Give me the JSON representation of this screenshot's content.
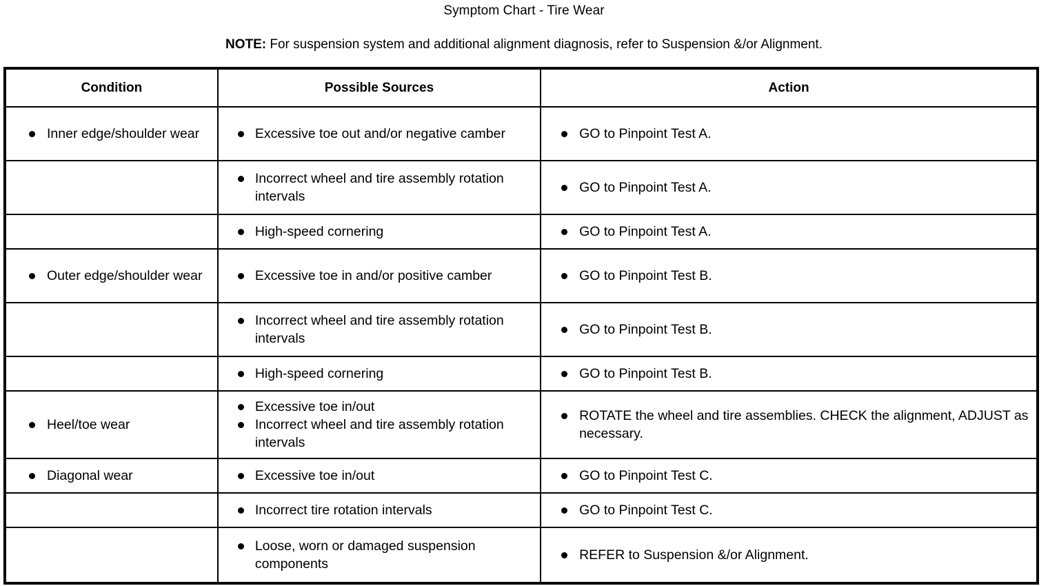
{
  "document": {
    "title": "Symptom Chart - Tire Wear",
    "note_label": "NOTE:",
    "note_text": " For suspension system and additional alignment diagnosis, refer to Suspension &/or Alignment."
  },
  "table": {
    "headers": {
      "condition": "Condition",
      "sources": "Possible Sources",
      "action": "Action"
    },
    "rows": [
      {
        "condition": [
          "Inner edge/shoulder wear"
        ],
        "sources": [
          "Excessive toe out and/or negative camber"
        ],
        "action": [
          "GO to Pinpoint Test A."
        ]
      },
      {
        "condition": [],
        "sources": [
          "Incorrect wheel and tire assembly rotation intervals"
        ],
        "action": [
          "GO to Pinpoint Test A."
        ]
      },
      {
        "condition": [],
        "sources": [
          "High-speed cornering"
        ],
        "action": [
          "GO to Pinpoint Test A."
        ]
      },
      {
        "condition": [
          "Outer edge/shoulder wear"
        ],
        "sources": [
          "Excessive toe in and/or positive camber"
        ],
        "action": [
          "GO to Pinpoint Test B."
        ]
      },
      {
        "condition": [],
        "sources": [
          "Incorrect wheel and tire assembly rotation intervals"
        ],
        "action": [
          "GO to Pinpoint Test B."
        ]
      },
      {
        "condition": [],
        "sources": [
          "High-speed cornering"
        ],
        "action": [
          "GO to Pinpoint Test B."
        ]
      },
      {
        "condition": [
          "Heel/toe wear"
        ],
        "sources": [
          "Excessive toe in/out",
          "Incorrect wheel and tire assembly rotation intervals"
        ],
        "action": [
          "ROTATE the wheel and tire assemblies. CHECK the alignment, ADJUST as necessary."
        ]
      },
      {
        "condition": [
          "Diagonal wear"
        ],
        "sources": [
          "Excessive toe in/out"
        ],
        "action": [
          "GO to Pinpoint Test C."
        ]
      },
      {
        "condition": [],
        "sources": [
          "Incorrect tire rotation intervals"
        ],
        "action": [
          "GO to Pinpoint Test C."
        ]
      },
      {
        "condition": [],
        "sources": [
          "Loose, worn or damaged suspension components"
        ],
        "action": [
          "REFER to Suspension &/or Alignment."
        ]
      }
    ]
  },
  "colors": {
    "text": "#000000",
    "background": "#ffffff",
    "border": "#000000"
  }
}
